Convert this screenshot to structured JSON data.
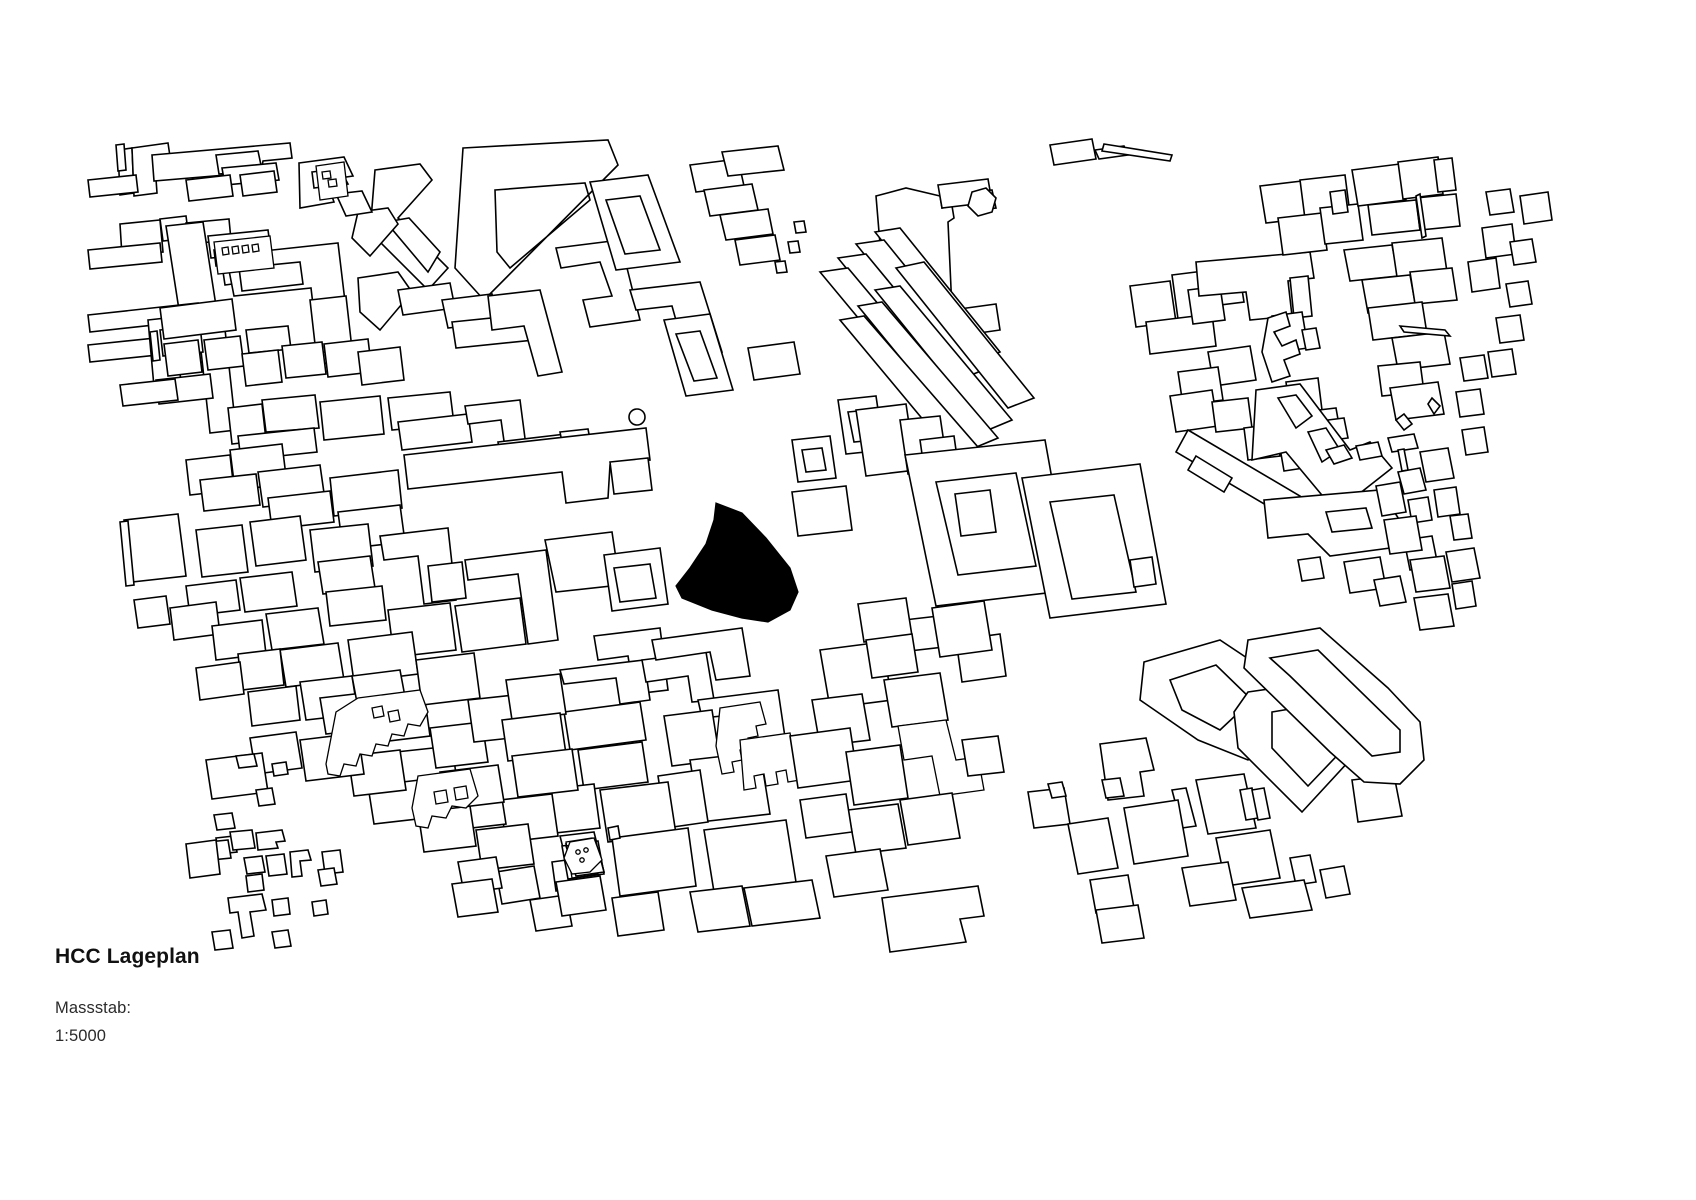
{
  "document": {
    "type": "architectural-site-plan",
    "title": "HCC Lageplan",
    "background_color": "#ffffff",
    "line_color": "#000000",
    "site_fill_color": "#000000"
  },
  "legend": {
    "title": "HCC Lageplan",
    "scale_label": "Massstab:",
    "scale_value": "1:5000"
  },
  "map": {
    "site_marker_name": "hcc-site-plot",
    "site_marker_description": "black filled site polygon",
    "orientation_degrees": 33,
    "building_outline_count": "approx 330"
  }
}
